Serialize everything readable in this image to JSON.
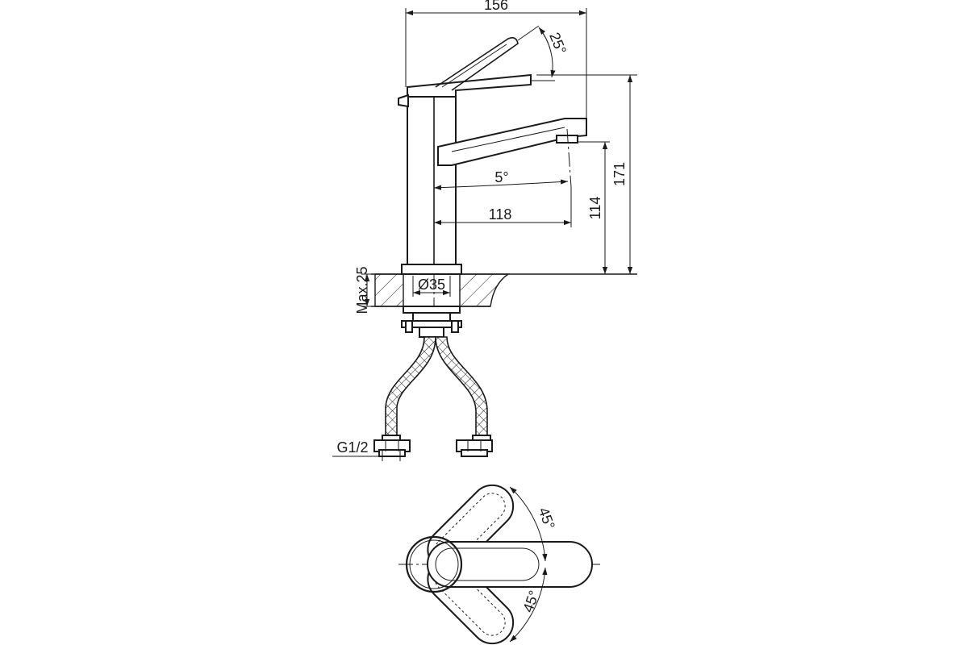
{
  "side_view": {
    "width_label": "156",
    "lever_angle_label": "25°",
    "spout_angle_label": "5°",
    "spout_reach_label": "118",
    "spout_height_label": "114",
    "total_height_label": "171",
    "deck_thickness_label": "Max.25",
    "hole_diameter_label": "Ø35",
    "connection_thread_label": "G1/2"
  },
  "top_view": {
    "upper_rotation_label": "45°",
    "lower_rotation_label": "45°"
  },
  "colors": {
    "line": "#1a1a1a",
    "background": "#ffffff"
  }
}
